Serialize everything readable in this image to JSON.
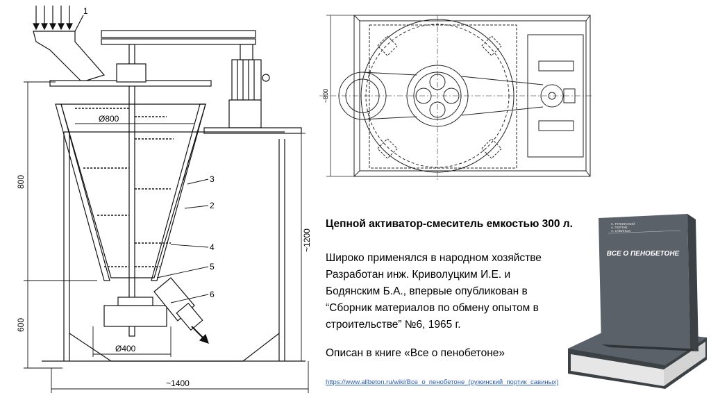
{
  "front_view": {
    "callouts": [
      "1",
      "2",
      "3",
      "4",
      "5",
      "6"
    ],
    "dim_diameter_top": "Ø800",
    "dim_diameter_bottom": "Ø400",
    "dim_height_upper": "800",
    "dim_height_lower": "600",
    "dim_height_total": "~1200",
    "dim_width": "~1400"
  },
  "plan_view": {
    "dim_side": "~800"
  },
  "text": {
    "title": "Цепной активатор-смеситель емкостью 300 л.",
    "lines": [
      "Широко применялся в народном хозяйстве",
      "Разработан инж. Криволуцким И.Е. и",
      "Бодянским Б.А., впервые опубликован в",
      "“Сборник материалов по обмену опытом в",
      "строительстве” №6, 1965 г."
    ],
    "book_line": "Описан в книге «Все о пенобетоне»",
    "link": "https://www.allbeton.ru/wiki/Все_о_пенобетоне_(ружинский_портик_савиных)"
  },
  "book": {
    "authors": [
      "С. РУЖИНСКИЙ",
      "А. ПОРТИК",
      "А. САВИНЫХ"
    ],
    "title": "ВСЕ О ПЕНОБЕТОНЕ"
  },
  "colors": {
    "link": "#2a5db0",
    "book_cover": "#5b6168",
    "book_spine": "#3c4146",
    "line": "#111111"
  }
}
